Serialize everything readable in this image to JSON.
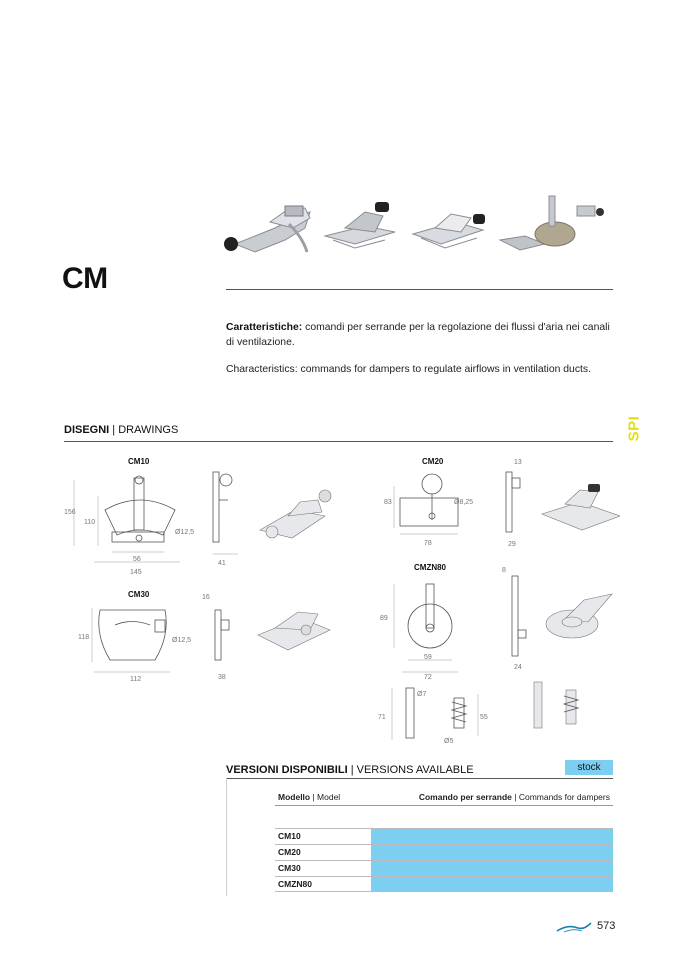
{
  "page": {
    "title": "CM",
    "side_tab": "SPI",
    "page_number": "573"
  },
  "description": {
    "it_label": "Caratteristiche:",
    "it_text": " comandi per serrande per la regolazione dei flussi d'aria nei canali di ventilazione.",
    "en_label": "Characteristics:",
    "en_text": " commands for dampers to regulate airflows in ventilation ducts."
  },
  "drawings_section": {
    "title_bold": "DISEGNI",
    "title_rest": " | DRAWINGS"
  },
  "drawings": {
    "cm10": {
      "label": "CM10",
      "d156": "156",
      "d110": "110",
      "d12_5": "Ø12,5",
      "d56": "56",
      "d145": "145",
      "d41": "41"
    },
    "cm20": {
      "label": "CM20",
      "d83": "83",
      "d8_25": "Ø8,25",
      "d78": "78",
      "d13": "13",
      "d29": "29"
    },
    "cm30": {
      "label": "CM30",
      "d118": "118",
      "d12_5": "Ø12,5",
      "d112": "112",
      "d16": "16",
      "d38": "38"
    },
    "cmzn80": {
      "label": "CMZN80",
      "d89": "89",
      "d59": "59",
      "d72": "72",
      "d8": "8",
      "d24": "24",
      "d71": "71",
      "d7": "Ø7",
      "d55": "55",
      "d5": "Ø5"
    }
  },
  "versions_section": {
    "title_bold": "VERSIONI DISPONIBILI",
    "title_rest": " | VERSIONS AVAILABLE",
    "stock": "stock"
  },
  "table": {
    "col1_bold": "Modello",
    "col1_rest": " | Model",
    "col2_bold": "Comando per serrande",
    "col2_rest": " | Commands for dampers",
    "rows": [
      {
        "model": "CM10"
      },
      {
        "model": "CM20"
      },
      {
        "model": "CM30"
      },
      {
        "model": "CMZN80"
      }
    ]
  },
  "colors": {
    "accent_yellow": "#e3dd17",
    "stock_blue": "#7dcff2",
    "logo_blue": "#1f7fb5"
  }
}
